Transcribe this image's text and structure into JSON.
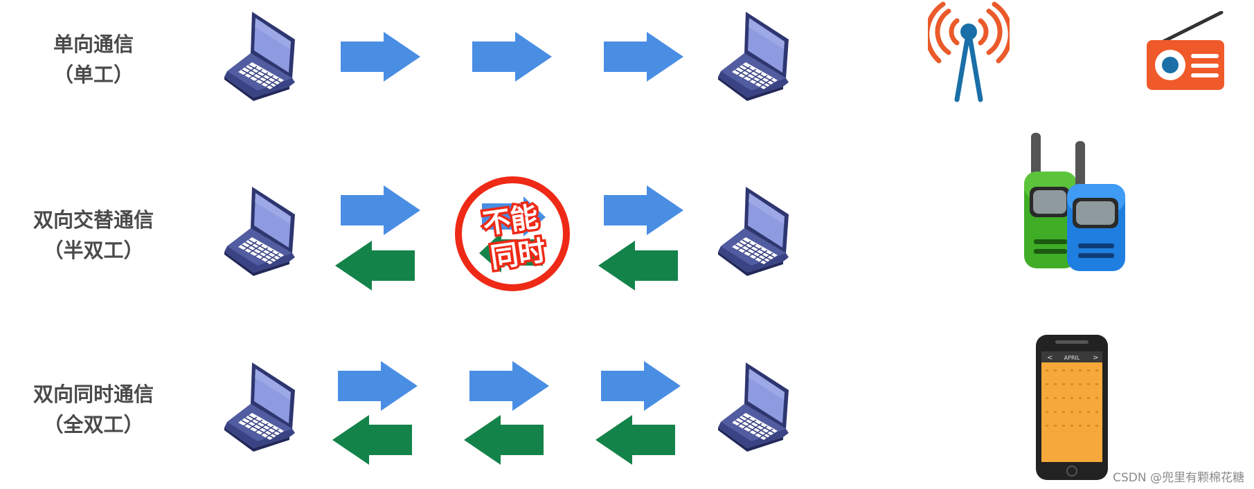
{
  "rows": [
    {
      "title": "单向通信",
      "subtitle": "（单工）"
    },
    {
      "title": "双向交替通信",
      "subtitle": "（半双工）"
    },
    {
      "title": "双向同时通信",
      "subtitle": "（全双工）"
    }
  ],
  "stamp": {
    "line1": "不能",
    "line2": "同时"
  },
  "phone": {
    "month": "APRIL"
  },
  "watermark": "CSDN @兜里有颗棉花糖",
  "colors": {
    "forward_arrow": "#4a8ee4",
    "backward_arrow": "#14834a",
    "laptop": "#2e3670",
    "screen": "#8f9be0",
    "stamp_ring": "#ee2a17",
    "antenna": "#ea5a2a",
    "radio": "#f05a2a",
    "walkie_green": "#3fae26",
    "walkie_blue": "#1f7fe0",
    "phone_screen": "#f6a93a"
  },
  "icons": {
    "laptop": "laptop-icon",
    "forward_arrow": "arrow-right-icon",
    "backward_arrow": "arrow-left-icon",
    "antenna": "broadcast-antenna-icon",
    "radio": "radio-icon",
    "walkie_talkie": "walkie-talkie-icon",
    "smartphone": "smartphone-icon",
    "no_symbol": "prohibited-stamp-icon"
  }
}
